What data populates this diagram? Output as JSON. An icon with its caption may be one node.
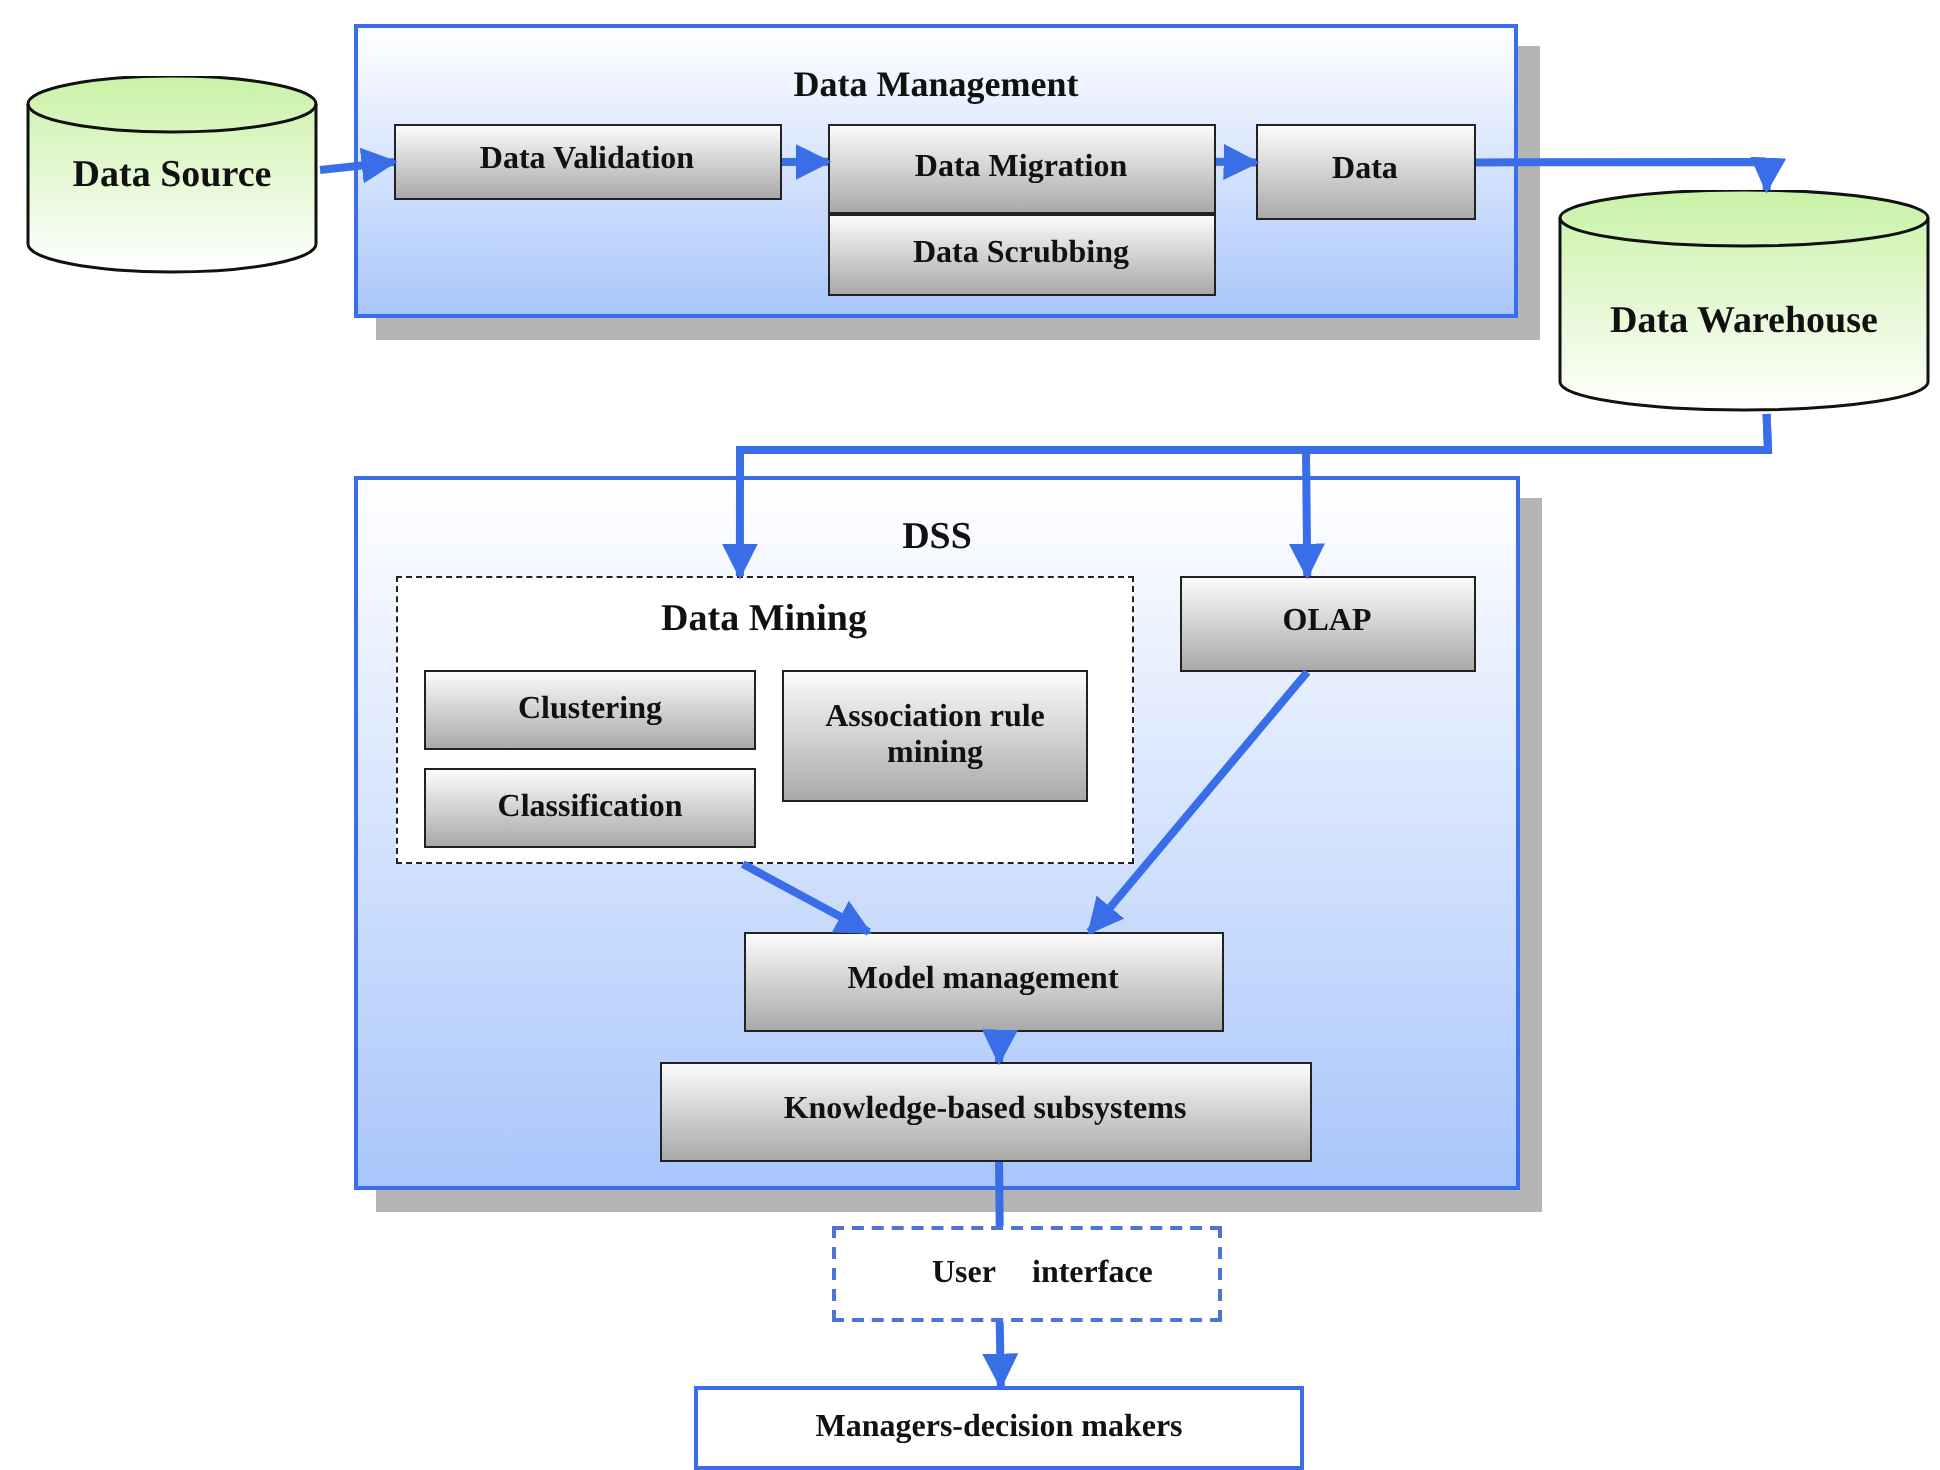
{
  "diagram": {
    "nodes": [
      {
        "text": [
          "Data Source"
        ]
      },
      {
        "text": [
          "Data Management"
        ]
      },
      {
        "text": [
          "Data Validation"
        ],
        "in": 1
      },
      {
        "text": [
          "Data Migration"
        ],
        "in": 1
      },
      {
        "text": [
          "Data Scrubbing"
        ],
        "in": 1
      },
      {
        "text": [
          "Data"
        ],
        "in": 1
      },
      {
        "text": [
          "Data Warehouse"
        ]
      },
      {
        "text": [
          "DSS"
        ]
      },
      {
        "text": [
          "Data Mining"
        ],
        "in": 7
      },
      {
        "text": [
          "Clustering"
        ],
        "in": 8
      },
      {
        "text": [
          "Association rule mining"
        ],
        "in": 8
      },
      {
        "text": [
          "Classification"
        ],
        "in": 8
      },
      {
        "text": [
          "OLAP"
        ],
        "in": 7
      },
      {
        "text": [
          "Model management"
        ],
        "in": 7
      },
      {
        "text": [
          "Knowledge-based subsystems"
        ],
        "in": 7
      },
      {
        "text": [
          "User",
          "interface"
        ]
      },
      {
        "text": [
          "Managers-decision makers"
        ]
      }
    ],
    "edges": [
      {
        "from": 0,
        "to": 2,
        "arrow": "to"
      },
      {
        "from": 2,
        "to": 3,
        "arrow": "to"
      },
      {
        "from": 3,
        "to": 5,
        "arrow": "to"
      },
      {
        "from": 5,
        "to": 6,
        "arrow": "to"
      },
      {
        "from": 6,
        "to": 8,
        "arrow": "to"
      },
      {
        "from": 6,
        "to": 12,
        "arrow": "to"
      },
      {
        "from": 8,
        "to": 13,
        "arrow": "to"
      },
      {
        "from": 12,
        "to": 13,
        "arrow": "to"
      },
      {
        "from": 13,
        "to": 14,
        "arrow": "to"
      },
      {
        "from": 14,
        "to": 15,
        "arrow": "none"
      },
      {
        "from": 15,
        "to": 16,
        "arrow": "to"
      }
    ]
  }
}
